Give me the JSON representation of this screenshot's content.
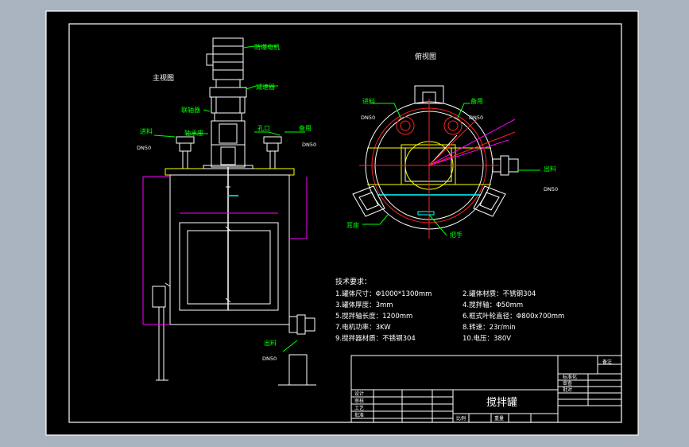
{
  "front_view": {
    "title": "主视图",
    "labels": {
      "motor": "防爆电机",
      "reducer": "减速器",
      "coupling": "联轴器",
      "bearing_seat": "轴承座",
      "manhole": "孔口",
      "feed_left": "进料",
      "feed_left_dn": "DN50",
      "spare_right": "备用",
      "spare_right_dn": "DN50",
      "outlet": "出料",
      "outlet_dn": "DN50"
    }
  },
  "top_view": {
    "title": "俯视图",
    "labels": {
      "feed": "进料",
      "feed_dn": "DN50",
      "spare": "备用",
      "spare_dn": "DN50",
      "outlet": "出料",
      "outlet_dn": "DN50",
      "lug": "耳座",
      "handle": "把手"
    }
  },
  "tech_requirements": {
    "heading": "技术要求：",
    "items": [
      "1.罐体尺寸：Φ1000*1300mm",
      "2.罐体材质：不锈钢304",
      "3.罐体厚度：3mm",
      "4.搅拌轴：Φ50mm",
      "5.搅拌轴长度：1200mm",
      "6.框式叶轮直径：Φ800x700mm",
      "7.电机功率：3KW",
      "8.转速：23r/min",
      "9.搅拌器材质：不锈钢304",
      "10.电压：380V"
    ]
  },
  "title_block": {
    "drawing_name": "搅拌罐",
    "top_right": "备注",
    "designer_cell": "设计",
    "checker_cell": "审核",
    "proc_cell": "工艺",
    "approve_cell": "批准",
    "standard_cell": "标准化",
    "review_cell": "审查",
    "sign_cell": "批对",
    "ratio_label": "比例",
    "weight_label": "重量"
  },
  "colors": {
    "background": "#a9b2bf",
    "paper": "#000000",
    "line": "#ffffff",
    "callout": "#00ff00",
    "dimension": "#ff00ff",
    "accent_red": "#ff2020",
    "accent_yellow": "#ffff00",
    "accent_cyan": "#00ffff"
  }
}
